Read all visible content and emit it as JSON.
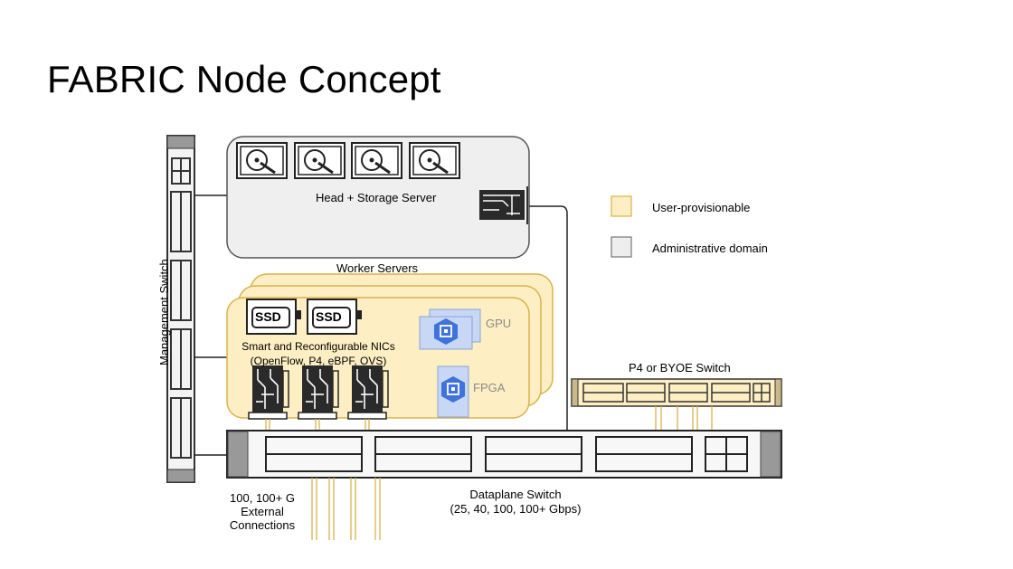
{
  "slide": {
    "title": "FABRIC Node Concept"
  },
  "diagram": {
    "head_server_label": "Head + Storage Server",
    "worker_servers_label": "Worker Servers",
    "nics_label_line1": "Smart and Reconfigurable NICs",
    "nics_label_line2": "(OpenFlow, P4, eBPF, OVS)",
    "ssd_label": "SSD",
    "gpu_label": "GPU",
    "fpga_label": "FPGA",
    "management_switch_label": "Management Switch",
    "p4_switch_label": "P4 or BYOE Switch",
    "dataplane_label_line1": "Dataplane Switch",
    "dataplane_label_line2": "(25, 40, 100, 100+ Gbps)",
    "external_line1": "100, 100+ G",
    "external_line2": "External",
    "external_line3": "Connections"
  },
  "legend": {
    "items": [
      {
        "label": "User-provisionable",
        "color": "#fdefc3",
        "border": "#d9b24a"
      },
      {
        "label": "Administrative domain",
        "color": "#eeeeee",
        "border": "#777777"
      }
    ]
  },
  "colors": {
    "worker_fill": "#fdefc3",
    "worker_border": "#d9b24a",
    "admin_fill": "#efefef",
    "switch_fill": "#f3f3f3",
    "link_color": "#d9b24a",
    "chip_blue": "#4a7fe0"
  }
}
